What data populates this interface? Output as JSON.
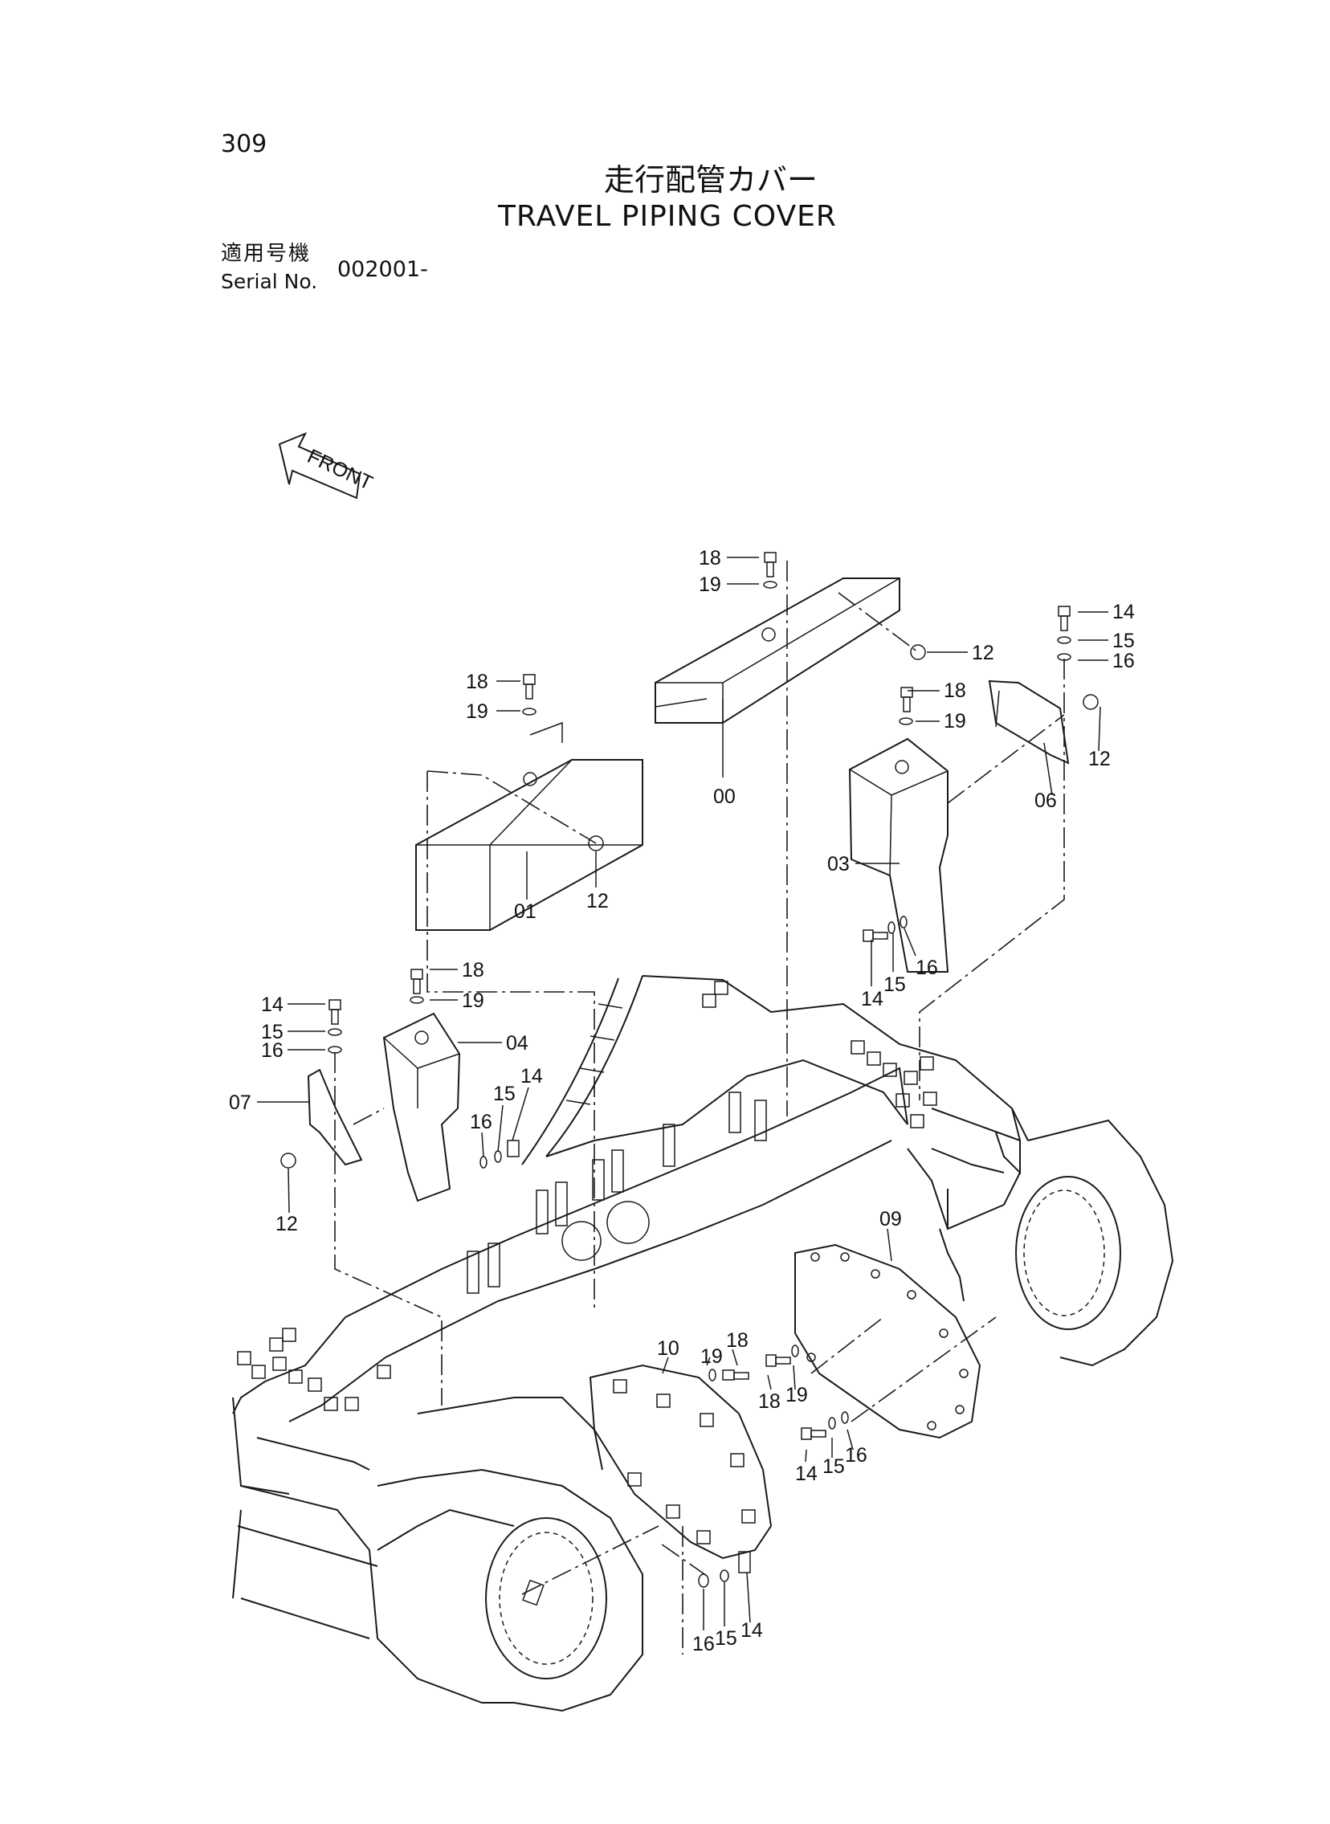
{
  "header": {
    "page_number": "309",
    "title_ja": "走行配管カバー",
    "title_en": "TRAVEL PIPING COVER",
    "serial_label_ja": "適用号機",
    "serial_label_en": "Serial No.",
    "serial_value": "002001-"
  },
  "diagram": {
    "front_label": "FRONT",
    "part_labels": {
      "p00": "00",
      "p01": "01",
      "p03": "03",
      "p04": "04",
      "p06": "06",
      "p07": "07",
      "p09": "09",
      "p10": "10",
      "p12": "12",
      "p14": "14",
      "p15": "15",
      "p16": "16",
      "p18": "18",
      "p19": "19"
    }
  }
}
